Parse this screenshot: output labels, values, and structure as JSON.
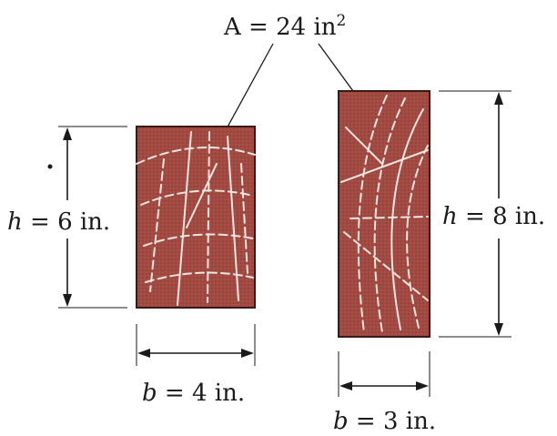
{
  "area_label": {
    "lhs": "A = 24 in",
    "exp": "2"
  },
  "left_beam": {
    "height_var": "h",
    "height_value": " = 6 in.",
    "width_var": "b",
    "width_value": " = 4 in."
  },
  "right_beam": {
    "height_var": "h",
    "height_value": " = 8 in.",
    "width_var": "b",
    "width_value": " = 3 in."
  },
  "colors": {
    "wood": "#a04a40",
    "wood_dark": "#7a2e28",
    "ink": "#1a1a1a"
  }
}
